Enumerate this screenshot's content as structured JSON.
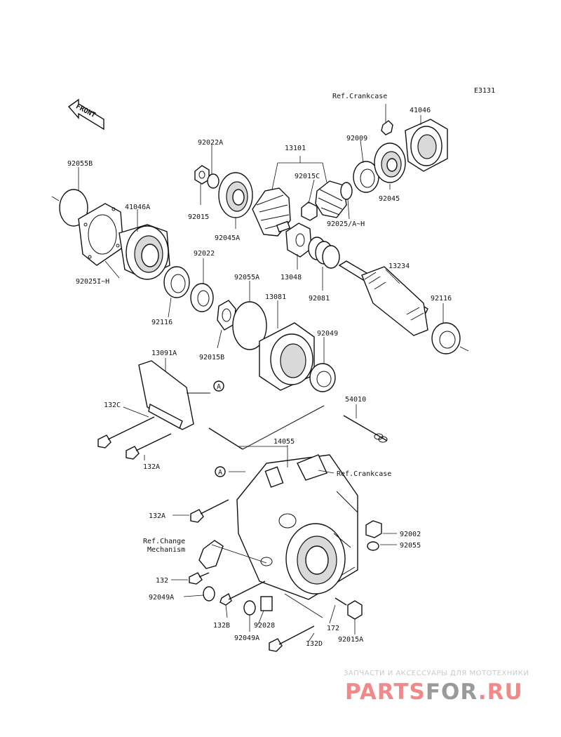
{
  "diagram": {
    "code": "E3131",
    "front_label": "FRONT",
    "references": {
      "crankcase_top": "Ref.Crankcase",
      "crankcase_right": "Ref.Crankcase",
      "change_line1": "Ref.Change",
      "change_line2": "Mechanism"
    },
    "callouts": {
      "A_upper": "A",
      "A_lower": "A"
    },
    "parts": {
      "p92055B": "92055B",
      "p92025IH": "92025I~H",
      "p41046A": "41046A",
      "p92022A": "92022A",
      "p92015": "92015",
      "p92045A": "92045A",
      "p13101": "13101",
      "p92015C": "92015C",
      "p92009": "92009",
      "p41046": "41046",
      "p92045": "92045",
      "p92025AH": "92025/A~H",
      "p13048": "13048",
      "p92081": "92081",
      "p13234": "13234",
      "p92116_right": "92116",
      "p92022": "92022",
      "p92055A": "92055A",
      "p92116_left": "92116",
      "p92015B": "92015B",
      "p13081": "13081",
      "p92049": "92049",
      "p13091A": "13091A",
      "p132C": "132C",
      "p132A_upper": "132A",
      "p54010": "54010",
      "p14055": "14055",
      "p132A_lower": "132A",
      "p92002": "92002",
      "p92055": "92055",
      "p132": "132",
      "p92049A_left": "92049A",
      "p132B": "132B",
      "p92028": "92028",
      "p92049A_bottom": "92049A",
      "p172": "172",
      "p92015A": "92015A",
      "p132D": "132D"
    }
  },
  "watermark": {
    "tagline": "ЗАПЧАСТИ И АКСЕССУАРЫ ДЛЯ МОТОТЕХНИКИ",
    "brand_part1": "PARTS",
    "brand_part2": "FOR",
    "brand_part3": ".RU"
  }
}
